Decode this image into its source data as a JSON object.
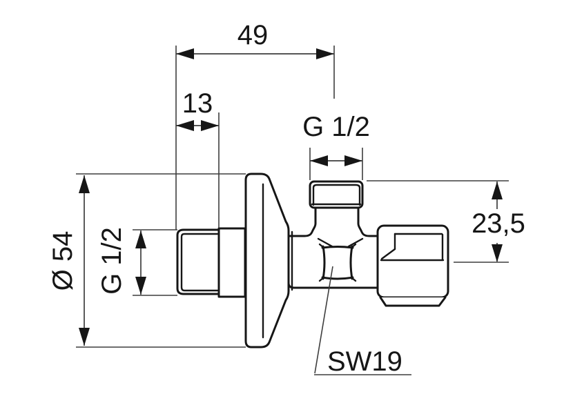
{
  "drawing": {
    "dimensions": {
      "total_width": "49",
      "inlet_thread_length": "13",
      "top_outlet_thread": "G 1/2",
      "side_outlet_offset": "23,5",
      "rosette_diameter": "Ø 54",
      "inlet_thread": "G 1/2",
      "spindle_size": "SW19"
    }
  }
}
